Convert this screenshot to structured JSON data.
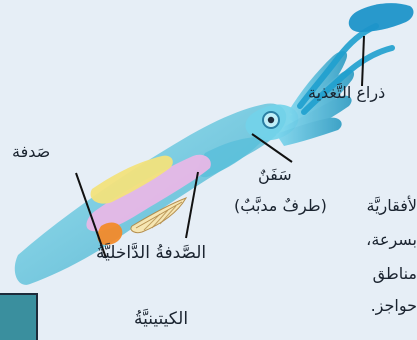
{
  "labels": {
    "shell": "صَدفة",
    "feeding_arm": "ذراع التَّغذية",
    "fin": "سَفَنٌ",
    "fin_note": "(طرفٌ مدبَّبٌ)",
    "inner_shell": "الصَّدفةُ الدَّاخليَّةُ",
    "chitin": "الكيتينيَّةُ"
  },
  "side_text": [
    "لأفقاريَّة",
    "بسرعة،",
    "مناطق",
    "حواجز."
  ],
  "colors": {
    "background": "#E6EEF6",
    "body": "#6FCCE3",
    "body_dark": "#3FA8C8",
    "organ_pink": "#E7B7E6",
    "organ_yellow": "#F2E27C",
    "organ_orange": "#F28A2A",
    "corner": "#3A8F9E"
  }
}
